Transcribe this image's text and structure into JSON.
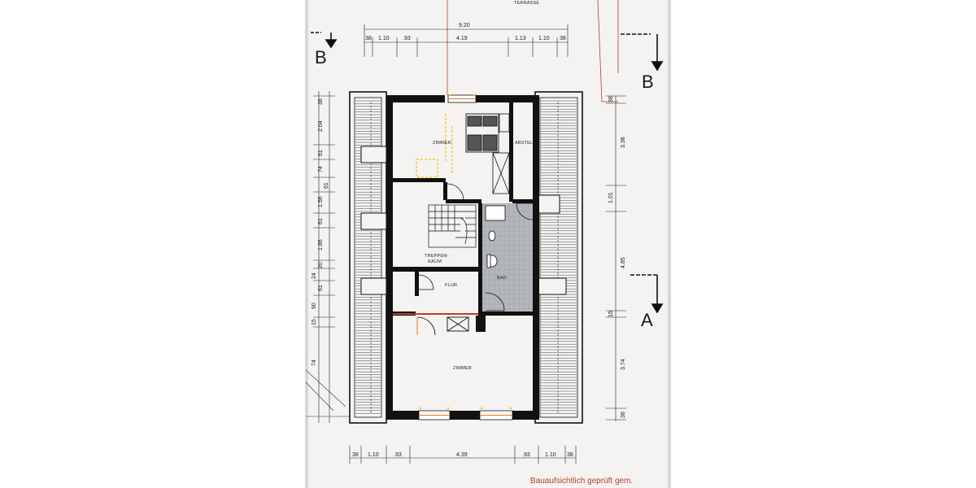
{
  "plan": {
    "terrace_label": "TERRASSE",
    "section_marks": {
      "b_top_left": "B",
      "b_top_right": "B",
      "a_right": "A"
    },
    "rooms": {
      "zimmer_top": "ZIMMER",
      "abstell": "ABSTELL",
      "treppen_line1": "TREPPEN-",
      "treppen_line2": "RAUM",
      "flur": "FLUR",
      "bad": "BAD",
      "zimmer_bottom": "ZIMMER"
    },
    "dims_top": {
      "overall": "9.20",
      "segments": [
        "38",
        "1.10",
        ".93",
        "4.19",
        "1.13",
        "1.10",
        "38"
      ]
    },
    "dims_bottom": {
      "segments": [
        "38",
        "1.10",
        ".93",
        "4.39",
        ".93",
        "1.10",
        "38"
      ]
    },
    "dims_left": {
      "segments": [
        "38",
        "2.04",
        "61",
        "74",
        "61",
        "1.56",
        "61",
        "1.86",
        "20",
        "24",
        "61",
        "90",
        "15",
        "74"
      ]
    },
    "dims_right": {
      "segments": [
        "38",
        "3.38",
        "1.01",
        "4.85",
        "15",
        "3.74",
        "38"
      ]
    },
    "stamp_text": "Bauaufsichtlich geprüft gem."
  },
  "colors": {
    "paper": "#f4f3f1",
    "wall": "#111111",
    "bath_tile": "#b4b7bb",
    "red_line": "#c0392b",
    "door_orange": "#e87722",
    "window_yellow": "#f1c40f"
  }
}
